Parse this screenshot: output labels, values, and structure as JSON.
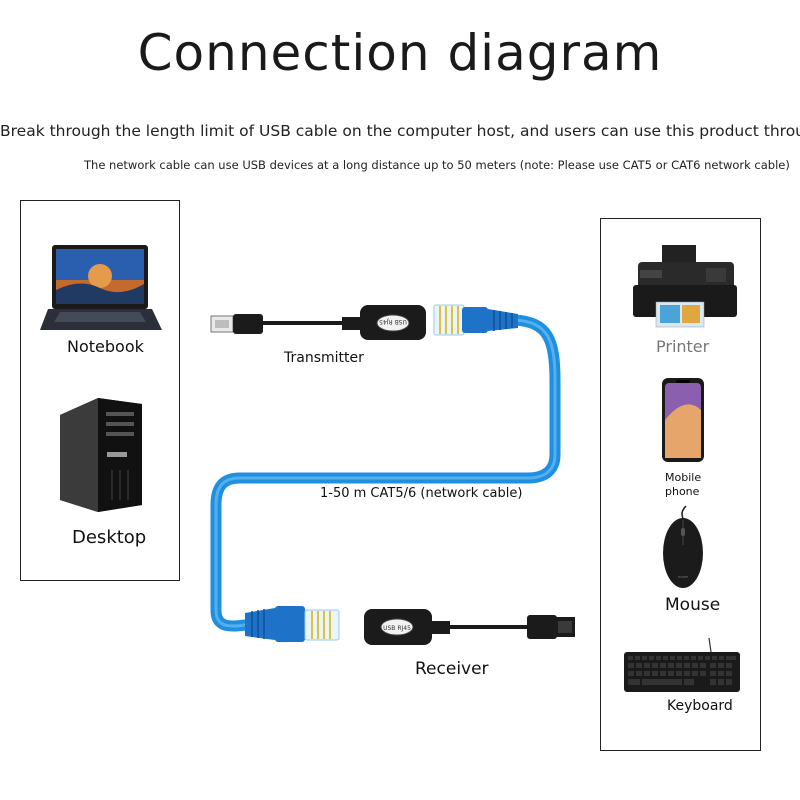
{
  "header": {
    "title": "Connection diagram",
    "line1": "Break through the length limit of USB cable on the computer host, and users can use this product through",
    "line2": "The network cable can use USB devices at a long distance up to 50 meters (note: Please use CAT5 or CAT6 network cable)"
  },
  "left_box": {
    "items": [
      {
        "label": "Notebook",
        "icon": "laptop-icon"
      },
      {
        "label": "Desktop",
        "icon": "desktop-tower-icon"
      }
    ]
  },
  "right_box": {
    "items": [
      {
        "label": "Printer",
        "icon": "printer-icon"
      },
      {
        "label": "Mobile phone",
        "line1": "Mobile",
        "line2": "phone",
        "icon": "smartphone-icon"
      },
      {
        "label": "Mouse",
        "icon": "mouse-icon"
      },
      {
        "label": "Keyboard",
        "icon": "keyboard-icon"
      }
    ]
  },
  "middle": {
    "transmitter_label": "Transmitter",
    "cable_label": "1-50 m CAT5/6 (network cable)",
    "receiver_label": "Receiver",
    "adapter_text": "USB RJ45"
  },
  "colors": {
    "cable_blue": "#1f8fe0",
    "rj45_blue": "#1e73c8",
    "device_black": "#1b1b1b",
    "printer_label_gray": "#777777"
  }
}
